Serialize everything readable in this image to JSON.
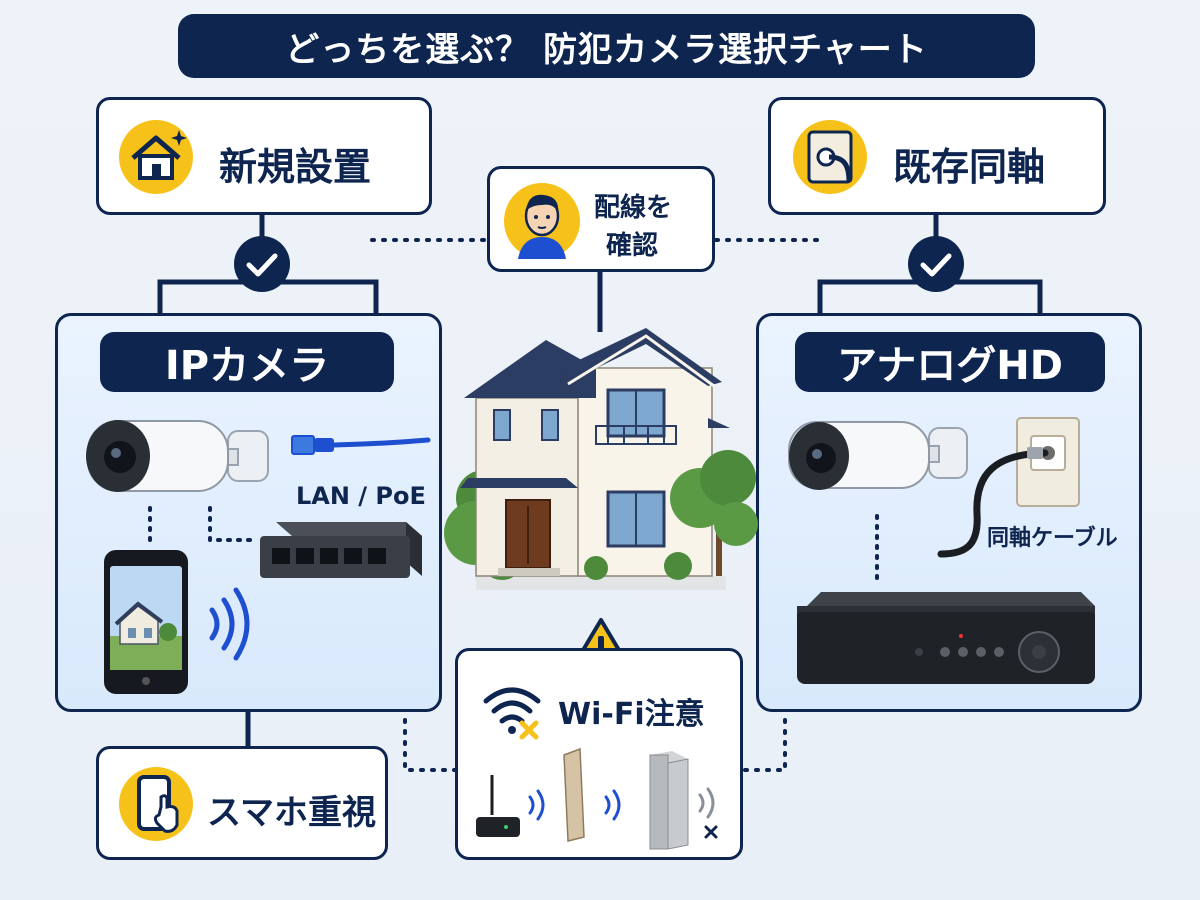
{
  "title": "どっちを選ぶ？ 防犯カメラ選択チャート",
  "new_install": {
    "label": "新規設置",
    "icon": "house-sparkle-icon"
  },
  "existing_coax": {
    "label": "既存同軸",
    "icon": "coax-outlet-icon"
  },
  "check_wiring": {
    "line1": "配線を",
    "line2": "確認",
    "icon": "thinking-person-icon"
  },
  "ip_camera": {
    "title": "IPカメラ",
    "lan_label": "LAN / PoE"
  },
  "analog_hd": {
    "title": "アナログHD",
    "coax_label": "同軸ケーブル"
  },
  "smartphone": {
    "label": "スマホ重視",
    "icon": "smartphone-touch-icon"
  },
  "wifi": {
    "label": "Wi-Fi注意",
    "icon": "wifi-x-icon",
    "warning_icon": "warning-triangle-icon"
  },
  "colors": {
    "navy": "#0e2550",
    "yellow": "#f6c21a",
    "blue": "#1f4fd1",
    "panel": "#dcebfb"
  }
}
